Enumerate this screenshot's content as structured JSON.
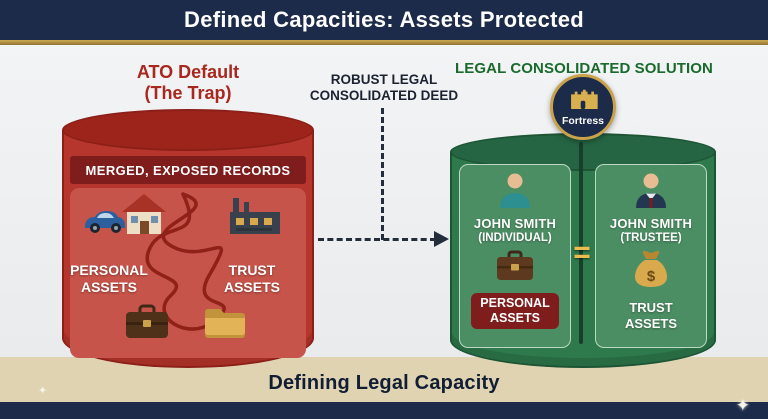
{
  "header": {
    "title": "Defined Capacities: Assets Protected"
  },
  "left_section": {
    "title_line1": "ATO Default",
    "title_line2": "(The Trap)",
    "banner": "MERGED, EXPOSED RECORDS",
    "personal_label_line1": "PERSONAL",
    "personal_label_line2": "ASSETS",
    "trust_label_line1": "TRUST",
    "trust_label_line2": "ASSETS"
  },
  "connector": {
    "label_line1": "ROBUST LEGAL",
    "label_line2": "CONSOLIDATED DEED"
  },
  "right_section": {
    "title": "LEGAL CONSOLIDATED SOLUTION",
    "badge_label": "Fortress",
    "equals_sign": "=",
    "individual_panel": {
      "name": "JOHN SMITH",
      "role": "(INDIVIDUAL)",
      "asset_line1": "PERSONAL",
      "asset_line2": "ASSETS"
    },
    "trustee_panel": {
      "name": "JOHN SMITH",
      "role": "(TRUSTEE)",
      "asset_line1": "TRUST",
      "asset_line2": "ASSETS"
    }
  },
  "footer": {
    "caption": "Defining Legal Capacity"
  },
  "icons": {
    "sparkle": "✦"
  },
  "colors": {
    "navy": "#1c2b4a",
    "gold": "#c9a24a",
    "red_cylinder": "#b6352c",
    "dark_red_banner": "#7f1c1c",
    "green_cylinder": "#2e7a4d",
    "panel_green": "#4c8e64",
    "left_title_red": "#a8271e",
    "right_title_green": "#1a6a2e",
    "floor_beige": "#e0d3b2"
  }
}
